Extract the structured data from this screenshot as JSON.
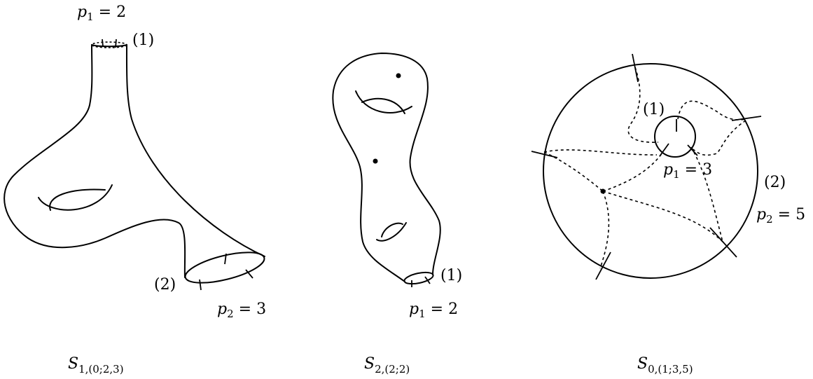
{
  "figures": [
    {
      "caption": {
        "base": "S",
        "subscript": "1,(0;2,3)"
      },
      "boundaries": [
        {
          "label": "(1)",
          "p_var": "p",
          "p_index": "1",
          "p_value": "2",
          "marks": 2
        },
        {
          "label": "(2)",
          "p_var": "p",
          "p_index": "2",
          "p_value": "3",
          "marks": 3
        }
      ],
      "genus": 1,
      "marked_points": 0
    },
    {
      "caption": {
        "base": "S",
        "subscript": "2,(2;2)"
      },
      "boundaries": [
        {
          "label": "(1)",
          "p_var": "p",
          "p_index": "1",
          "p_value": "2",
          "marks": 2
        }
      ],
      "genus": 2,
      "marked_points": 2
    },
    {
      "caption": {
        "base": "S",
        "subscript": "0,(1;3,5)"
      },
      "boundaries": [
        {
          "label": "(1)",
          "p_var": "p",
          "p_index": "1",
          "p_value": "3",
          "marks": 3
        },
        {
          "label": "(2)",
          "p_var": "p",
          "p_index": "2",
          "p_value": "5",
          "marks": 5
        }
      ],
      "genus": 0,
      "marked_points": 1
    }
  ]
}
